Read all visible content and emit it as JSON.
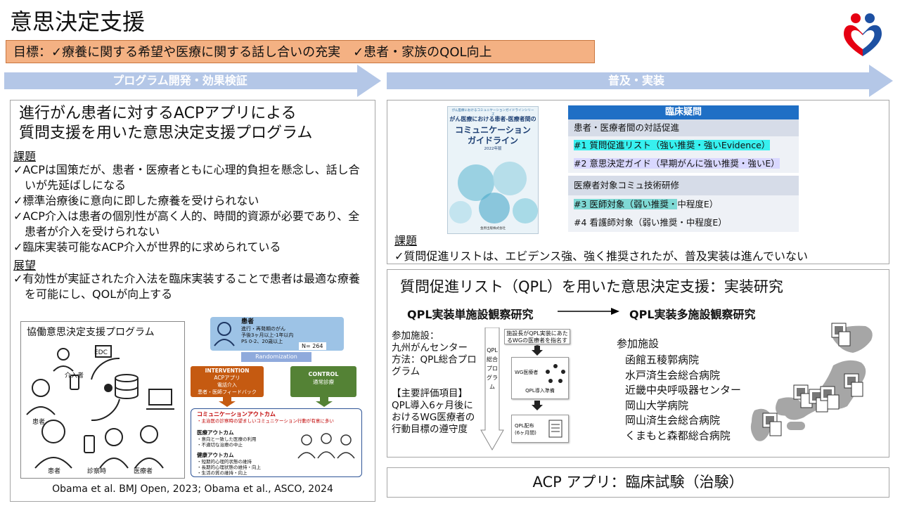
{
  "title": "意思決定支援",
  "goal": "目標：✓療養に関する希望や医療に関する話し合いの充実　✓患者・家族のQOL向上",
  "band_left": "プログラム開発・効果検証",
  "band_right": "普及・実装",
  "left": {
    "heading_line1": "進行がん患者に対するACPアプリによる",
    "heading_line2": "質問支援を用いた意思決定支援プログラム",
    "issues_label": "課題",
    "issues": [
      "✓ACPは国策だが、患者・医療者ともに心理的負担を懸念し、話し合いが先延ばしになる",
      "✓標準治療後に意向に即した療養を受けられない",
      "✓ACP介入は患者の個別性が高く人的、時間的資源が必要であり、全患者が介入を受けられない",
      "✓臨床実装可能なACP介入が世界的に求められている"
    ],
    "outlook_label": "展望",
    "outlook": [
      "✓有効性が実証された介入法を臨床実装することで患者は最適な療養を可能にし、QOLが向上する"
    ],
    "collab_title": "協働意思決定支援プログラム",
    "collab_labels": {
      "edc": "EDC",
      "intervener": "介入者",
      "patient": "患者",
      "patient_bottom": "患者",
      "consult": "診察時",
      "clinician": "医療者"
    },
    "rct": {
      "patient_label": "患者",
      "patient_desc1": "進行・再発期のがん",
      "patient_desc2": "予後3ヶ月以上-1年以内",
      "patient_desc3": "PS 0-2、20歳以上",
      "n": "N= 264",
      "randomization": "Randomization",
      "intervention_title": "INTERVENTION",
      "intervention_sub1": "ACPアプリ",
      "intervention_sub2": "電話介入",
      "intervention_sub3": "患者・医師フィードバック",
      "control_title": "CONTROL",
      "control_sub": "通常診療",
      "outcome_title": "コミュニケーションアウトカム",
      "outcome_sub": "・主治医の診察時の望ましいコミュニケーション行動が有意に多い",
      "medical_title": "医療アウトカム",
      "medical_1": "・意向と一致した医療の利用",
      "medical_2": "・不適切な治療の中止",
      "health_title": "健康アウトカム",
      "health_1": "・短期的心理的状態の維持",
      "health_2": "・長期的心理状態の維持・向上",
      "health_3": "・生活の質の維持・向上"
    },
    "citation": "Obama et al. BMJ Open, 2023; Obama et al., ASCO, 2024"
  },
  "right_top": {
    "book_series": "がん医療におけるコミュニケーションガイドラインシリーズ",
    "book_title1": "がん医療における患者-医療者間の",
    "book_title2": "コミュニケーション",
    "book_title3": "ガイドライン",
    "book_year": "2022年版",
    "book_publisher": "金原出版株式会社",
    "cq_header": "臨床疑問",
    "cq_group1": "患者・医療者間の対話促進",
    "cq1": "#1 質問促進リスト（強い推奨・強いEvidence）",
    "cq2": "#2 意思決定ガイド（早期がんに強い推奨・強いE）",
    "cq_group2": "医療者対象コミュ技術研修",
    "cq3_a": "#3 医師対象（弱い推奨・",
    "cq3_b": "中程度E）",
    "cq4": "#4 看護師対象（弱い推奨・中程度E）",
    "issue_label": "課題",
    "issue_text": "✓質問促進リストは、エビデンス強、強く推奨されたが、普及実装は進んでいない"
  },
  "right_mid": {
    "heading": "質問促進リスト（QPL）を用いた意思決定支援：実装研究",
    "single": "QPL実装単施設観察研究",
    "multi": "QPL実装多施設観察研究",
    "site_label": "参加施設：",
    "site_name": "九州がんセンター",
    "method": "方法：QPL総合プログラム",
    "eval_label": "【主要評価項目】",
    "eval_text": "QPL導入6ヶ月後におけるWG医療者の行動目標の遵守度",
    "program_label": "QPL総合プログラム",
    "flow1": "施設長がQPL実装にあたるWGの医療者を指名する",
    "flow2_a": "WG医療者",
    "flow2_b": "QPL導入準備",
    "flow3_a": "QPL配布",
    "flow3_b": "(6ヶ月間)",
    "multi_label": "参加施設",
    "hospitals": [
      "函館五稜郭病院",
      "水戸済生会総合病院",
      "近畿中央呼吸器センター",
      "岡山大学病院",
      "岡山済生会総合病院",
      "くまもと森都総合病院"
    ]
  },
  "right_bottom": "ACP アプリ：臨床試験（治験）",
  "colors": {
    "goal_bg": "#f4b183",
    "band": "#b4c7e7",
    "cq_head": "#1f6fc5",
    "rct_orange": "#c55a11",
    "rct_green": "#548235",
    "rct_blue": "#9dc3e6"
  }
}
